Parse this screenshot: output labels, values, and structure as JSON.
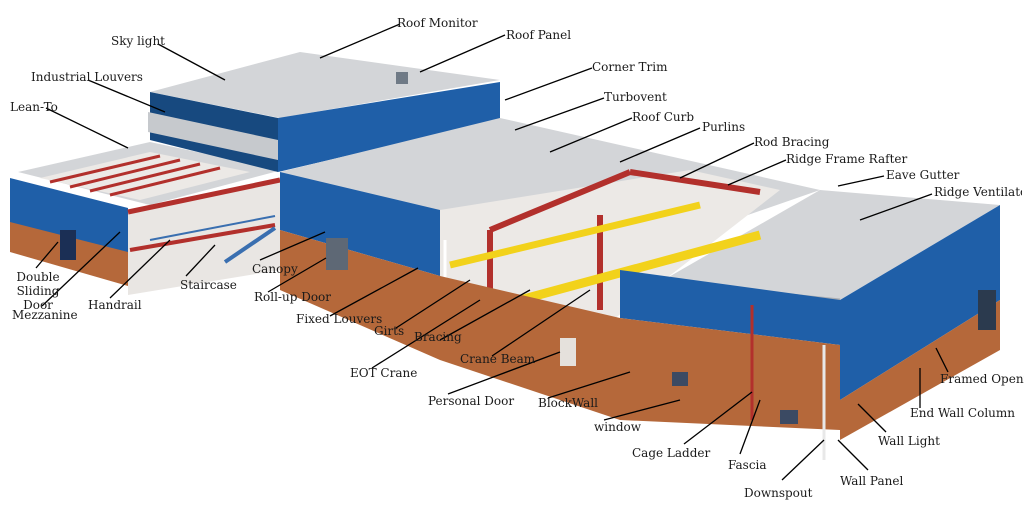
{
  "palette": {
    "wall_blue": "#1f5fa8",
    "wall_blue_dark": "#17497f",
    "roof_grey": "#d3d5d8",
    "roof_grey_dark": "#a9adb2",
    "steel_red": "#b2302c",
    "crane_yellow": "#f2d21b",
    "brick": "#b5683a",
    "leader": "#000000"
  },
  "labels": {
    "roof_monitor": "Roof Monitor",
    "roof_panel": "Roof Panel",
    "sky_light": "Sky light",
    "corner_trim": "Corner Trim",
    "industrial_louvers": "Industrial Louvers",
    "turbovent": "Turbovent",
    "lean_to": "Lean-To",
    "roof_curb": "Roof Curb",
    "purlins": "Purlins",
    "rod_bracing": "Rod Bracing",
    "ridge_frame_rafter": "Ridge Frame Rafter",
    "eave_gutter": "Eave Gutter",
    "ridge_ventilator": "Ridge Ventilator",
    "canopy": "Canopy",
    "double_sliding_door": "Double Sliding Door",
    "staircase": "Staircase",
    "roll_up_door": "Roll-up Door",
    "handrail": "Handrail",
    "mezzanine": "Mezzanine",
    "fixed_louvers": "Fixed Louvers",
    "girts": "Girts",
    "bracing": "Bracing",
    "eot_crane": "EOT Crane",
    "crane_beam": "Crane Beam",
    "framed_opening": "Framed Opening",
    "personal_door": "Personal Door",
    "blockwall": "BlockWall",
    "end_wall_column": "End Wall Column",
    "window": "window",
    "wall_light": "Wall Light",
    "cage_ladder": "Cage Ladder",
    "fascia": "Fascia",
    "wall_panel": "Wall Panel",
    "downspout": "Downspout"
  }
}
